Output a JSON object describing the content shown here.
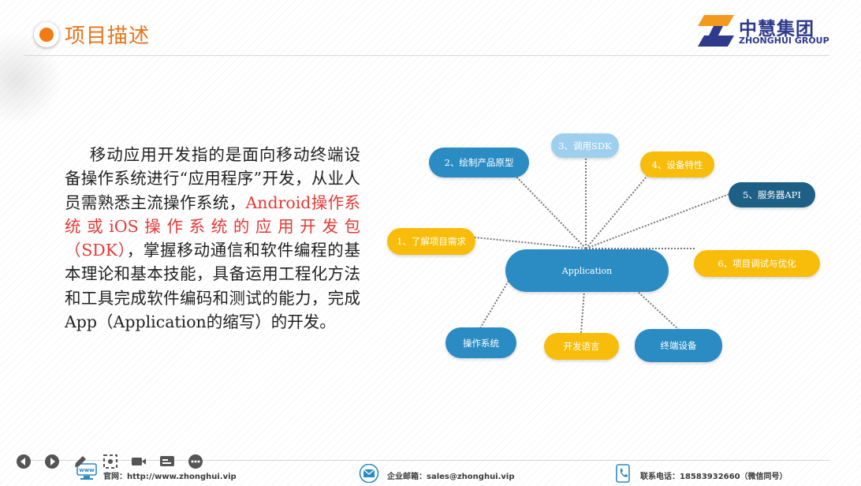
{
  "header": {
    "title": "项目描述",
    "logo_cn": "中慧集团",
    "logo_en": "ZHONGHUI GROUP"
  },
  "content": {
    "paragraph": {
      "part1": "移动应用开发指的是面向移动终端设备操作系统进行“应用程序”开发，从业人员需熟悉主流操作系统，",
      "part2_red": "Android操作系统或iOS操作系统的应用开发包（SDK）",
      "part3": "，掌握移动通信和软件编程的基本理论和基本技能，具备运用工程化方法和工具完成软件编码和测试的能力，完成App（Application的缩写）的开发。"
    }
  },
  "diagram": {
    "center": "Application",
    "nodes": {
      "n1": "1、了解项目需求",
      "n2": "2、绘制产品原型",
      "n3": "3、调用SDK",
      "n4": "4、设备特性",
      "n5": "5、服务器API",
      "n6": "6、项目调试与优化",
      "os": "操作系统",
      "lang": "开发语言",
      "device": "终端设备"
    },
    "colors": {
      "blue": "#2b8cc4",
      "yellow": "#f8bd0a",
      "light_blue": "#9ed0ee",
      "navy": "#1e5f86"
    }
  },
  "footer": {
    "website": "官网：http://www.zhonghui.vip",
    "email": "企业邮箱：sales@zhonghui.vip",
    "phone": "联系电话：18583932660（微信同号）",
    "www_icon_label": "www"
  },
  "controls": [
    "previous-icon",
    "next-icon",
    "pen-icon",
    "screen-capture-icon",
    "camera-icon",
    "subtitle-icon",
    "more-icon"
  ]
}
